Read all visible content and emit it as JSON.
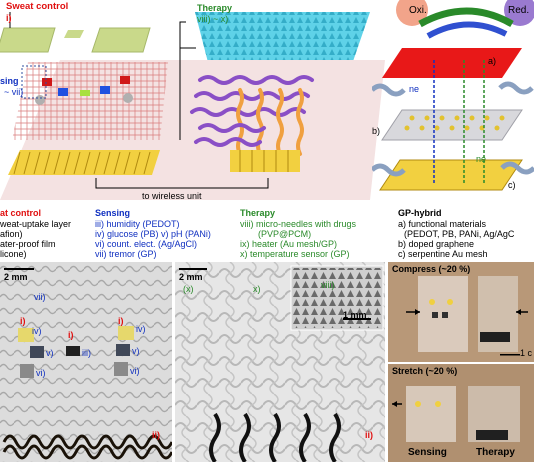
{
  "schematic": {
    "sweat_control_label": "Sweat control",
    "sweat_control_item": "i)",
    "sensing_label_partial": "sing",
    "sensing_items_partial": "~ vii)",
    "therapy_label": "Therapy",
    "therapy_items": "viii) ~ x)",
    "wireless_label": "to wireless unit"
  },
  "gp_diagram": {
    "oxi_label": "Oxi.",
    "red_label": "Red.",
    "ne_top": "ne",
    "ne_bottom": "ne",
    "layer_a": "a)",
    "layer_b": "b)",
    "layer_c": "c)"
  },
  "legend": {
    "sweat_control": {
      "title": "at control",
      "lines": [
        "weat-uptake layer",
        "afion)",
        "ater-proof film",
        "licone)"
      ]
    },
    "sensing": {
      "title": "Sensing",
      "lines": [
        "iii) humidity (PEDOT)",
        "iv) glucose (PB)  v) pH (PANi)",
        "vi) count. elect. (Ag/AgCl)",
        "vii) tremor (GP)"
      ]
    },
    "therapy": {
      "title": "Therapy",
      "lines": [
        "viii) micro-needles with drugs",
        "(PVP@PCM)",
        "ix) heater (Au mesh/GP)",
        "x) temperature sensor (GP)"
      ]
    },
    "gp_hybrid": {
      "title": "GP-hybrid",
      "lines": [
        "a) functional materials",
        "(PEDOT, PB, PANi, Ag/AgC",
        "b) doped graphene",
        "c) serpentine Au mesh"
      ]
    }
  },
  "photos": {
    "photo1": {
      "scale": "2 mm",
      "labels": [
        "vii)",
        "i)",
        "iv)",
        "i)",
        "iii)",
        "iv)",
        "v)",
        "v)",
        "vi)",
        "vi)",
        "i)",
        "ii)"
      ]
    },
    "photo2": {
      "scale": "2 mm",
      "labels": [
        "(x)",
        "x)",
        "viii)",
        "1 mm",
        "ii)"
      ]
    },
    "compress": {
      "title": "Compress (~20 %)",
      "scale": "1 c"
    },
    "stretch": {
      "title": "Stretch (~20 %)",
      "left": "Sensing",
      "right": "Therapy"
    }
  },
  "colors": {
    "red": "#e01010",
    "blue": "#1030c0",
    "green": "#2a8a2a",
    "cyan": "#3ec8e0",
    "gold": "#f2d040",
    "purple": "#8a4fc6",
    "orange": "#f0a040"
  }
}
